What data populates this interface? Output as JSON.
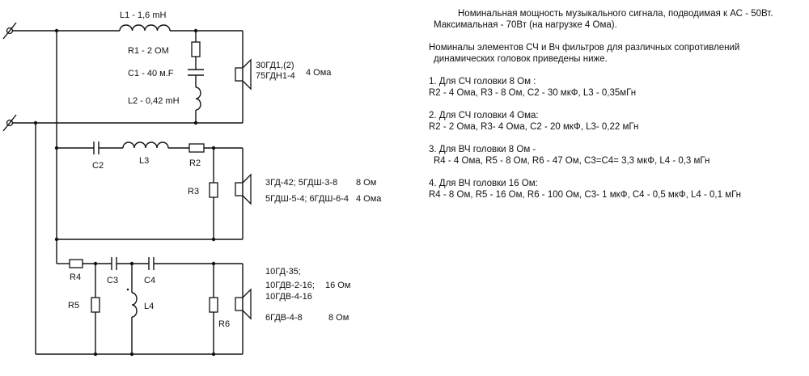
{
  "schematic": {
    "components": {
      "L1": "L1 - 1,6 mH",
      "R1": "R1 - 2 OM",
      "C1": "C1 - 40 м.F",
      "L2": "L2 - 0,42 mH",
      "C2": "C2",
      "L3": "L3",
      "R2": "R2",
      "R3": "R3",
      "R4": "R4",
      "C3": "C3",
      "C4": "C4",
      "R5": "R5",
      "L4": "L4",
      "R6": "R6"
    },
    "speakers": {
      "woofer_line1": "30ГД1,(2)",
      "woofer_line2": "75ГДН1-4",
      "woofer_impedance": "4 Ома",
      "mid_line1": "3ГД-42; 5ГДШ-3-8",
      "mid_imp1": "8  Ом",
      "mid_line2": "5ГДШ-5-4; 6ГДШ-6-4",
      "mid_imp2": "4  Ома",
      "tw_line1": "10ГД-35;",
      "tw_line2": "10ГДВ-2-16;",
      "tw_imp1": "16 Ом",
      "tw_line3": "10ГДВ-4-16",
      "tw_line4": "6ГДВ-4-8",
      "tw_imp2": "8 Ом"
    }
  },
  "notes": {
    "power_line1": "Номинальная мощность  музыкального  сигнала, подводимая к АС - 50Вт.",
    "power_line2": "Максимальная - 70Вт (на нагрузке 4 Ома).",
    "intro_line1": "Номиналы элементов СЧ и Вч   фильтров  для  различных сопротивлений",
    "intro_line2": "динамических  головок приведены ниже.",
    "item1_title": "1. Для СЧ головки 8 Ом :",
    "item1_values": "R2 - 4 Ома, R3 - 8 Ом, C2 - 30 мкФ, L3 - 0,35мГн",
    "item2_title": "2. Для СЧ головки 4 Ома:",
    "item2_values": "R2 - 2 Ома, R3- 4 Ома, C2 - 20 мкФ, L3- 0,22 мГн",
    "item3_title": "3. Для ВЧ головки 8 Ом -",
    "item3_values": "R4 - 4 Ома,  R5 - 8 Ом,   R6 - 47 Ом,  C3=C4= 3,3 мкФ, L4 - 0,3 мГн",
    "item4_title": "4. Для ВЧ головки 16 Ом:",
    "item4_values": "R4 - 8 Ом, R5 - 16 Ом,   R6 - 100 Ом,  C3- 1 мкФ, C4 - 0,5 мкФ, L4 - 0,1 мГн"
  }
}
